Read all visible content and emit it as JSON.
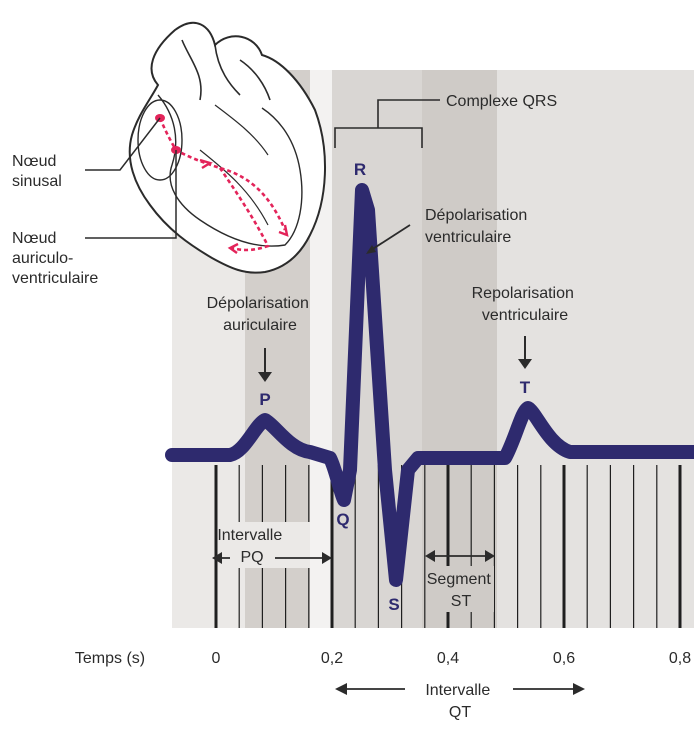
{
  "colors": {
    "trace": "#2e2a6e",
    "wave_letter": "#2e2a6e",
    "conduction": "#e3245a",
    "text": "#2b2b2b",
    "band_light": "#e9e7e5",
    "band_mid": "#dcd9d6",
    "band_dark": "#c9c5c1"
  },
  "heart": {
    "sinus_label": "Nœud\nsinusal",
    "av_label": "Nœud\nauriculo-\nventriculaire"
  },
  "annotations": {
    "qrs_complex": "Complexe QRS",
    "ventricular_depol": "Dépolarisation\nventriculaire",
    "atrial_depol": "Dépolarisation\nauriculaire",
    "ventricular_repol": "Repolarisation\nventriculaire"
  },
  "waves": {
    "P": "P",
    "Q": "Q",
    "R": "R",
    "S": "S",
    "T": "T"
  },
  "intervals": {
    "pq": "Intervalle\nPQ",
    "st": "Segment\nST",
    "qt": "Intervalle\nQT"
  },
  "axis": {
    "label": "Temps (s)",
    "ticks": [
      "0",
      "0,2",
      "0,4",
      "0,6",
      "0,8"
    ]
  }
}
